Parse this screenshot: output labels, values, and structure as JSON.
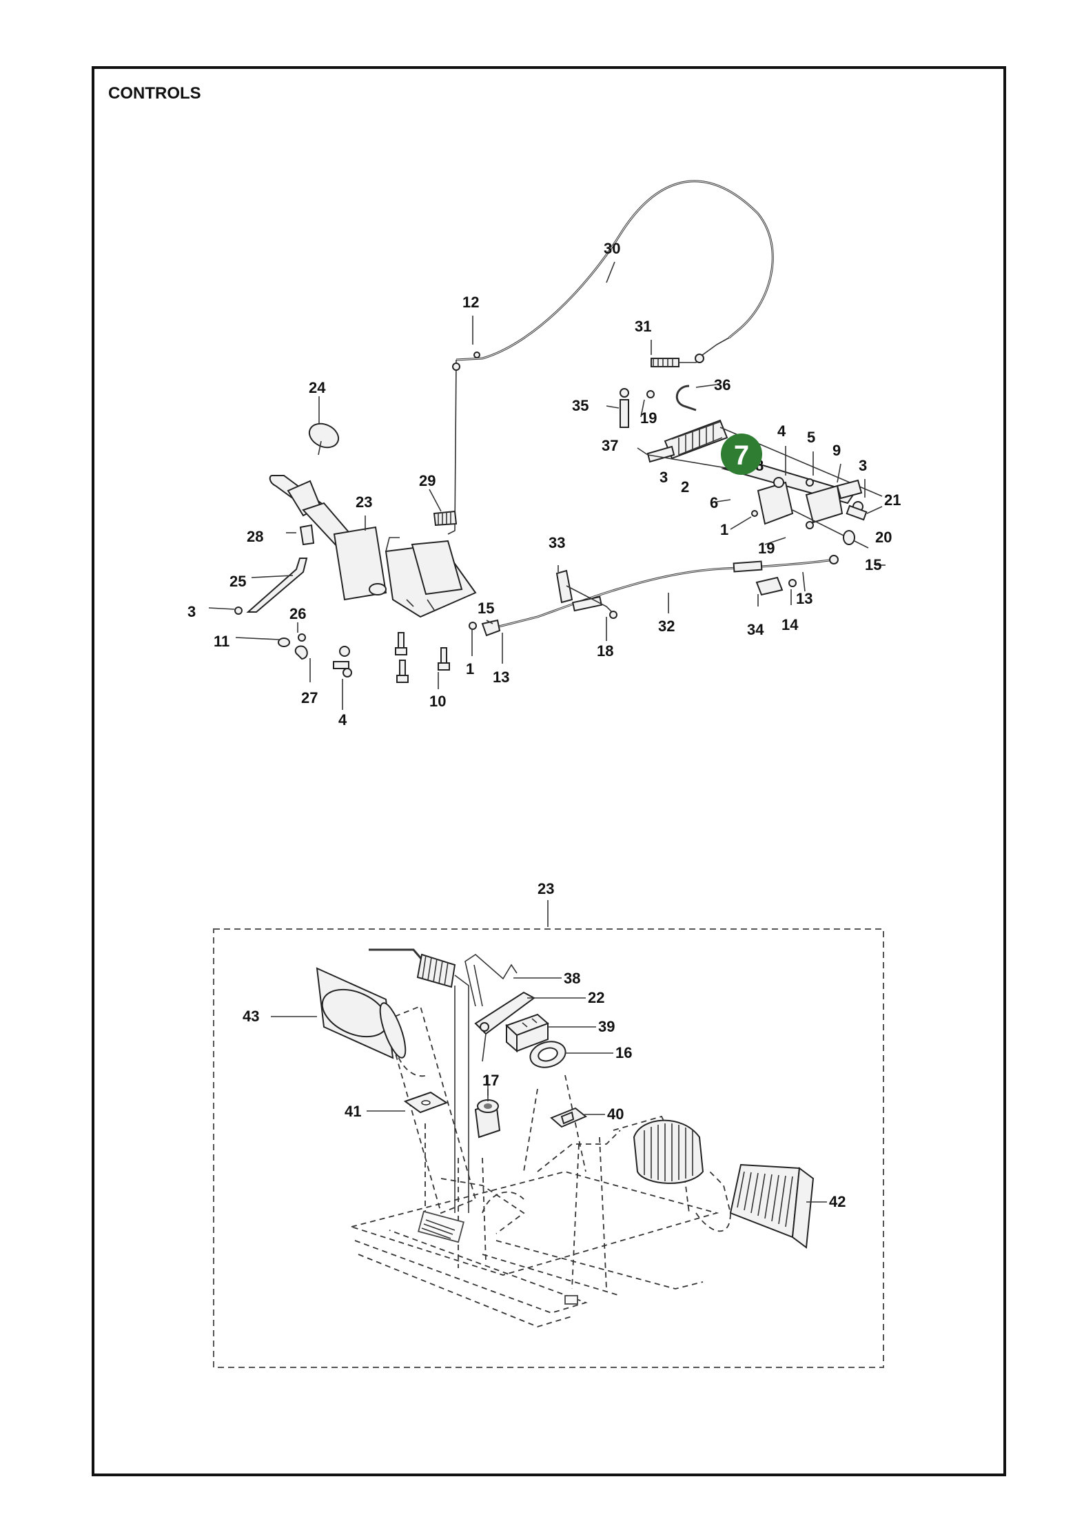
{
  "page": {
    "title": "CONTROLS"
  },
  "badge": {
    "label": "7",
    "color": "#2e7d32"
  },
  "inset": {
    "label": "23"
  },
  "callouts": {
    "c30": "30",
    "c12": "12",
    "c31": "31",
    "c36": "36",
    "c35": "35",
    "c19a": "19",
    "c37": "37",
    "c4a": "4",
    "c5": "5",
    "c9": "9",
    "c3a": "3",
    "c8": "8",
    "c2": "2",
    "c3b": "3",
    "c6": "6",
    "c21": "21",
    "c1a": "1",
    "c20": "20",
    "c19b": "19",
    "c15a": "15",
    "c24": "24",
    "c29": "29",
    "c23": "23",
    "c28": "28",
    "c33": "33",
    "c25": "25",
    "c3c": "3",
    "c26": "26",
    "c11": "11",
    "c15b": "15",
    "c13a": "13",
    "c34": "34",
    "c14": "14",
    "c32": "32",
    "c18": "18",
    "c1b": "1",
    "c13b": "13",
    "c27": "27",
    "c10": "10",
    "c4b": "4",
    "c38": "38",
    "c22": "22",
    "c43": "43",
    "c39": "39",
    "c16": "16",
    "c17": "17",
    "c41": "41",
    "c40": "40",
    "c42": "42"
  }
}
